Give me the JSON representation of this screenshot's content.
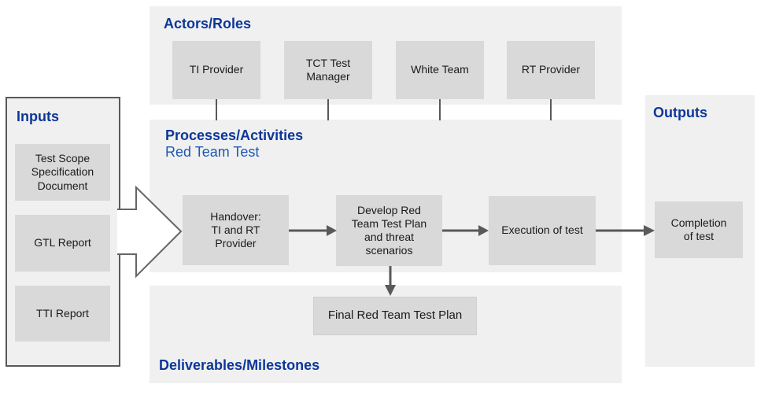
{
  "colors": {
    "header_blue": "#0c3799",
    "subtitle_blue": "#1c59b5",
    "panel_bg": "#f0f0f0",
    "box_bg": "#d9d9d9",
    "arrow_gray": "#595959",
    "inputs_border_gray": "#595959",
    "big_arrow_outline": "#666666",
    "big_arrow_fill": "#ffffff"
  },
  "sections": {
    "actors": {
      "title": "Actors/Roles",
      "items": [
        "TI Provider",
        "TCT Test\nManager",
        "White Team",
        "RT Provider"
      ]
    },
    "inputs": {
      "title": "Inputs",
      "items": [
        "Test Scope\nSpecification\nDocument",
        "GTL Report",
        "TTI Report"
      ]
    },
    "processes": {
      "title": "Processes/Activities",
      "subtitle": "Red Team Test",
      "steps": [
        "Handover:\nTI and RT\nProvider",
        "Develop Red\nTeam Test Plan\nand threat\nscenarios",
        "Execution of test"
      ]
    },
    "deliverables": {
      "title": "Deliverables/Milestones",
      "items": [
        "Final Red Team Test Plan"
      ]
    },
    "outputs": {
      "title": "Outputs",
      "items": [
        "Completion\nof test"
      ]
    }
  }
}
